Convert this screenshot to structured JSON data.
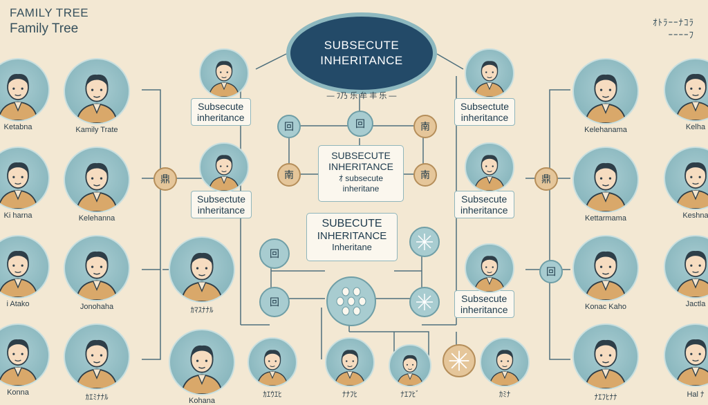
{
  "header": {
    "title_upper": "FAMILY TREE",
    "title": "Family Tree",
    "japanese_line1": "ｵﾄﾗｰｰﾅｺﾗ",
    "japanese_line2": "ｰｰｰｰﾌ"
  },
  "central_oval": {
    "line1": "SUBSECUTE",
    "line2": "INHERITANCE",
    "subtitle": "— ﾌ乃 乐 牟 丰 乐 —"
  },
  "tags": {
    "left_top": [
      "Subsecute",
      "inheritance"
    ],
    "left_mid": [
      "Subsectute",
      "inheritance"
    ],
    "right_top": [
      "Subsectute",
      "inheritance"
    ],
    "right_mid": [
      "Subsecute",
      "inheritance"
    ],
    "right_low": [
      "Subsecute",
      "inheritance"
    ],
    "center_upper": [
      "SUBSECUTE",
      "INHERITANCE",
      "ｵ subsecute",
      "inheritane"
    ],
    "center_lower": [
      "SUBECUTE",
      "INHERITANCE",
      "Inheritane"
    ]
  },
  "portraits": [
    {
      "id": "p-l1-1",
      "label": "Ketabna"
    },
    {
      "id": "p-l2-1",
      "label": "Kamily Trate"
    },
    {
      "id": "p-l1-2",
      "label": "Ki harna"
    },
    {
      "id": "p-l2-2",
      "label": "Kelehanna"
    },
    {
      "id": "p-l1-3",
      "label": "i Atako"
    },
    {
      "id": "p-l2-3",
      "label": "Jonohaha"
    },
    {
      "id": "p-l1-4",
      "label": "Konna"
    },
    {
      "id": "p-l2-4",
      "label": "ｶｴﾐﾅﾅﾙ"
    },
    {
      "id": "p-c1-3",
      "label": "ｶﾏｽﾅﾅﾙ"
    },
    {
      "id": "p-c1-4",
      "label": "Kohana"
    },
    {
      "id": "p-b1",
      "label": "ｶｴｳｴﾋ"
    },
    {
      "id": "p-b2",
      "label": "ﾅﾅﾌﾋ"
    },
    {
      "id": "p-b3",
      "label": "ﾅｴﾌﾋﾞ"
    },
    {
      "id": "p-b4",
      "label": "ｶﾐﾅ"
    },
    {
      "id": "p-r2-1",
      "label": "Kelehanama"
    },
    {
      "id": "p-r1-1",
      "label": "Kelha"
    },
    {
      "id": "p-r2-2",
      "label": "Kettarmama"
    },
    {
      "id": "p-r1-2",
      "label": "Keshna"
    },
    {
      "id": "p-r2-3",
      "label": "Konac Kaho"
    },
    {
      "id": "p-r1-3",
      "label": "Jactla"
    },
    {
      "id": "p-r2-4",
      "label": "ﾅｴﾌﾋﾅﾅ"
    },
    {
      "id": "p-r1-4",
      "label": "Hal ﾅ"
    }
  ],
  "node_glyphs": {
    "square": "回",
    "seal": "鼎",
    "gold_mark": "南"
  }
}
